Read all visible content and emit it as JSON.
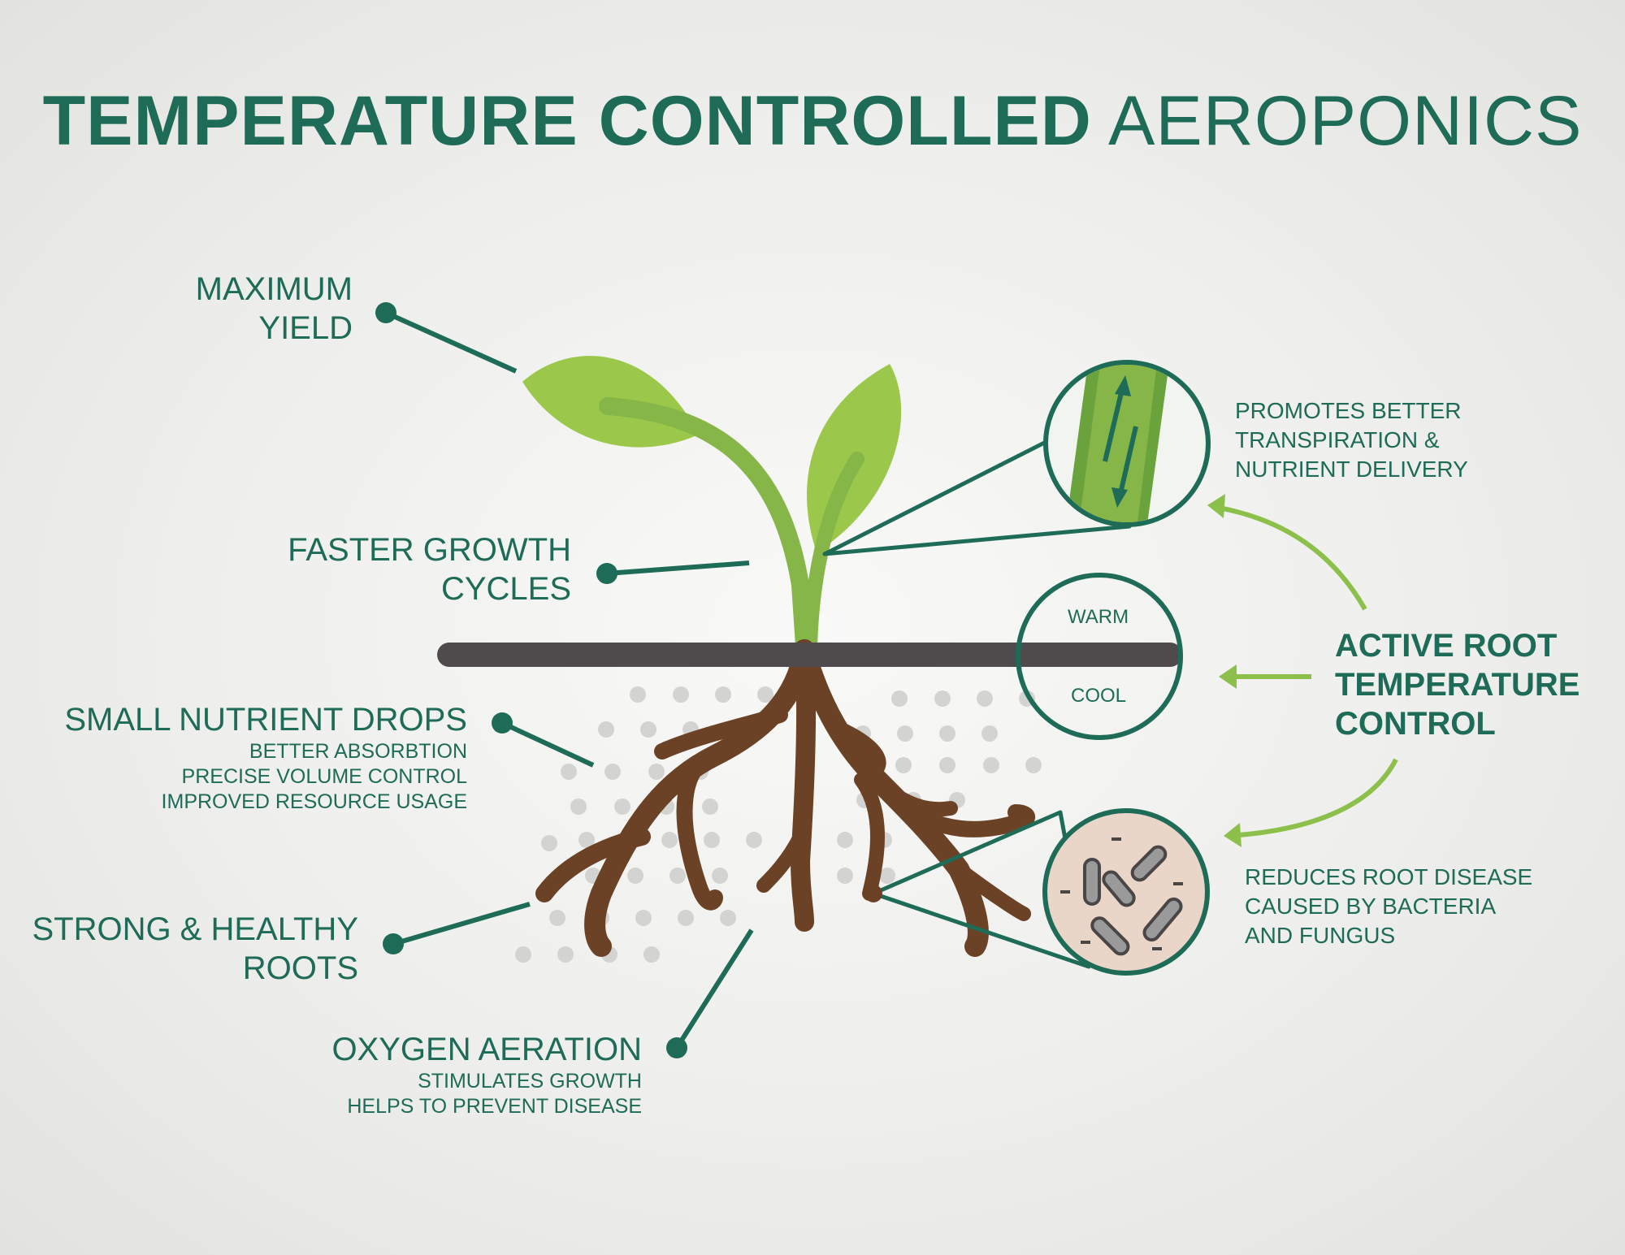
{
  "title": {
    "bold": "TEMPERATURE CONTROLLED",
    "light": "AEROPONICS"
  },
  "labels": {
    "maximum_yield": [
      "MAXIMUM",
      "YIELD"
    ],
    "faster_growth": [
      "FASTER GROWTH",
      "CYCLES"
    ],
    "small_drops": {
      "heading": "SMALL NUTRIENT DROPS",
      "lines": [
        "BETTER ABSORBTION",
        "PRECISE VOLUME CONTROL",
        "IMPROVED RESOURCE USAGE"
      ]
    },
    "strong_roots": [
      "STRONG & HEALTHY",
      "ROOTS"
    ],
    "oxygen": {
      "heading": "OXYGEN AERATION",
      "lines": [
        "STIMULATES GROWTH",
        "HELPS TO PREVENT DISEASE"
      ]
    },
    "transpiration": [
      "PROMOTES BETTER",
      "TRANSPIRATION &",
      "NUTRIENT DELIVERY"
    ],
    "active_root": [
      "ACTIVE ROOT",
      "TEMPERATURE",
      "CONTROL"
    ],
    "root_disease": [
      "REDUCES ROOT DISEASE",
      "CAUSED BY BACTERIA",
      "AND FUNGUS"
    ],
    "warm": "WARM",
    "cool": "COOL"
  },
  "colors": {
    "dark_green": "#1e6b57",
    "leaf_green": "#9bc74a",
    "stem_green": "#86b548",
    "root_brown": "#6b4226",
    "bar": "#4f4a4b",
    "arrow_green": "#8cc04b",
    "dots": "#d3d3d1",
    "bacteria_bg": "#e9d6c8"
  }
}
